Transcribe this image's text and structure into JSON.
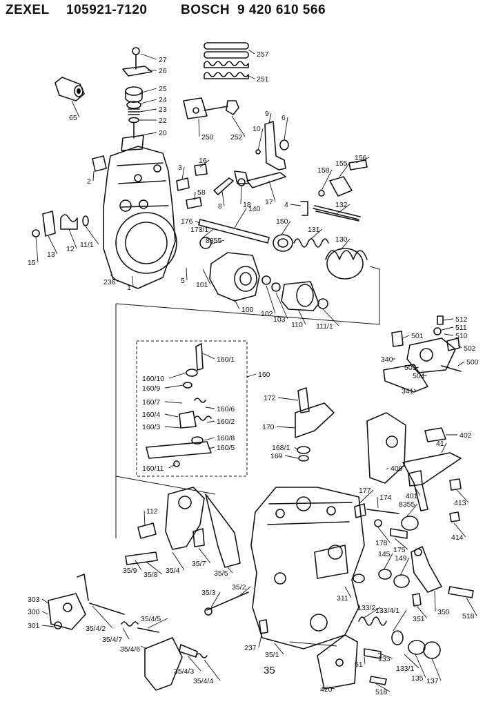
{
  "header": {
    "brand": "ZEXEL",
    "zexel_number": "105921-7120",
    "maker": "BOSCH",
    "bosch_number": "9 420 610 566"
  },
  "parts": [
    {
      "id": "27",
      "label": "27"
    },
    {
      "id": "26",
      "label": "26"
    },
    {
      "id": "257",
      "label": "257"
    },
    {
      "id": "25",
      "label": "25"
    },
    {
      "id": "24",
      "label": "24"
    },
    {
      "id": "23",
      "label": "23"
    },
    {
      "id": "22",
      "label": "22"
    },
    {
      "id": "20",
      "label": "20"
    },
    {
      "id": "251",
      "label": "251"
    },
    {
      "id": "65",
      "label": "65"
    },
    {
      "id": "250",
      "label": "250"
    },
    {
      "id": "252",
      "label": "252"
    },
    {
      "id": "9",
      "label": "9"
    },
    {
      "id": "10",
      "label": "10"
    },
    {
      "id": "6",
      "label": "6"
    },
    {
      "id": "2",
      "label": "2"
    },
    {
      "id": "3",
      "label": "3"
    },
    {
      "id": "16",
      "label": "16"
    },
    {
      "id": "158",
      "label": "158"
    },
    {
      "id": "155",
      "label": "155"
    },
    {
      "id": "156",
      "label": "156"
    },
    {
      "id": "58",
      "label": "58"
    },
    {
      "id": "8",
      "label": "8"
    },
    {
      "id": "18",
      "label": "18"
    },
    {
      "id": "17",
      "label": "17"
    },
    {
      "id": "4",
      "label": "4"
    },
    {
      "id": "132",
      "label": "132"
    },
    {
      "id": "140",
      "label": "140"
    },
    {
      "id": "176",
      "label": "176"
    },
    {
      "id": "173_1",
      "label": "173/1"
    },
    {
      "id": "8355a",
      "label": "8355"
    },
    {
      "id": "150",
      "label": "150"
    },
    {
      "id": "131",
      "label": "131"
    },
    {
      "id": "130",
      "label": "130"
    },
    {
      "id": "15",
      "label": "15"
    },
    {
      "id": "13",
      "label": "13"
    },
    {
      "id": "12",
      "label": "12"
    },
    {
      "id": "11_1",
      "label": "11/1"
    },
    {
      "id": "5",
      "label": "5"
    },
    {
      "id": "236",
      "label": "236"
    },
    {
      "id": "1",
      "label": "1"
    },
    {
      "id": "101",
      "label": "101"
    },
    {
      "id": "100",
      "label": "100"
    },
    {
      "id": "102",
      "label": "102"
    },
    {
      "id": "103",
      "label": "103"
    },
    {
      "id": "110",
      "label": "110"
    },
    {
      "id": "111_1",
      "label": "111/1"
    },
    {
      "id": "512",
      "label": "512"
    },
    {
      "id": "511",
      "label": "511"
    },
    {
      "id": "510",
      "label": "510"
    },
    {
      "id": "501",
      "label": "501"
    },
    {
      "id": "502",
      "label": "502"
    },
    {
      "id": "340",
      "label": "340"
    },
    {
      "id": "500",
      "label": "500"
    },
    {
      "id": "503",
      "label": "503"
    },
    {
      "id": "504",
      "label": "504"
    },
    {
      "id": "341",
      "label": "341"
    },
    {
      "id": "160_1",
      "label": "160/1"
    },
    {
      "id": "160",
      "label": "160"
    },
    {
      "id": "160_10",
      "label": "160/10"
    },
    {
      "id": "160_9",
      "label": "160/9"
    },
    {
      "id": "160_7",
      "label": "160/7"
    },
    {
      "id": "160_6",
      "label": "160/6"
    },
    {
      "id": "160_4",
      "label": "160/4"
    },
    {
      "id": "160_2",
      "label": "160/2"
    },
    {
      "id": "160_3",
      "label": "160/3"
    },
    {
      "id": "160_8",
      "label": "160/8"
    },
    {
      "id": "160_5",
      "label": "160/5"
    },
    {
      "id": "160_11",
      "label": "160/11"
    },
    {
      "id": "172",
      "label": "172"
    },
    {
      "id": "170",
      "label": "170"
    },
    {
      "id": "168_1",
      "label": "168/1"
    },
    {
      "id": "169",
      "label": "169"
    },
    {
      "id": "402",
      "label": "402"
    },
    {
      "id": "41",
      "label": "41"
    },
    {
      "id": "400",
      "label": "400"
    },
    {
      "id": "401",
      "label": "401"
    },
    {
      "id": "413",
      "label": "413"
    },
    {
      "id": "414",
      "label": "414"
    },
    {
      "id": "177",
      "label": "177"
    },
    {
      "id": "174",
      "label": "174"
    },
    {
      "id": "8355b",
      "label": "8355"
    },
    {
      "id": "112",
      "label": "112"
    },
    {
      "id": "178",
      "label": "178"
    },
    {
      "id": "175",
      "label": "175"
    },
    {
      "id": "145",
      "label": "145"
    },
    {
      "id": "149",
      "label": "149"
    },
    {
      "id": "35_9",
      "label": "35/9"
    },
    {
      "id": "35_8",
      "label": "35/8"
    },
    {
      "id": "35_4",
      "label": "35/4"
    },
    {
      "id": "35_7",
      "label": "35/7"
    },
    {
      "id": "35_5",
      "label": "35/5"
    },
    {
      "id": "35_2",
      "label": "35/2"
    },
    {
      "id": "35_3",
      "label": "35/3"
    },
    {
      "id": "311",
      "label": "311"
    },
    {
      "id": "350",
      "label": "350"
    },
    {
      "id": "518a",
      "label": "518"
    },
    {
      "id": "351",
      "label": "351"
    },
    {
      "id": "303",
      "label": "303"
    },
    {
      "id": "300",
      "label": "300"
    },
    {
      "id": "301",
      "label": "301"
    },
    {
      "id": "35_4_2",
      "label": "35/4/2"
    },
    {
      "id": "35_4_5",
      "label": "35/4/5"
    },
    {
      "id": "35_4_7",
      "label": "35/4/7"
    },
    {
      "id": "35_4_6",
      "label": "35/4/6"
    },
    {
      "id": "133_2",
      "label": "133/2"
    },
    {
      "id": "133_4_1",
      "label": "133/4/1"
    },
    {
      "id": "133",
      "label": "133"
    },
    {
      "id": "237",
      "label": "237"
    },
    {
      "id": "35_1",
      "label": "35/1"
    },
    {
      "id": "35",
      "label": "35"
    },
    {
      "id": "51",
      "label": "51"
    },
    {
      "id": "133_1",
      "label": "133/1"
    },
    {
      "id": "135",
      "label": "135"
    },
    {
      "id": "137",
      "label": "137"
    },
    {
      "id": "35_4_3",
      "label": "35/4/3"
    },
    {
      "id": "35_4_4",
      "label": "35/4/4"
    },
    {
      "id": "420",
      "label": "420"
    },
    {
      "id": "518b",
      "label": "518"
    }
  ]
}
